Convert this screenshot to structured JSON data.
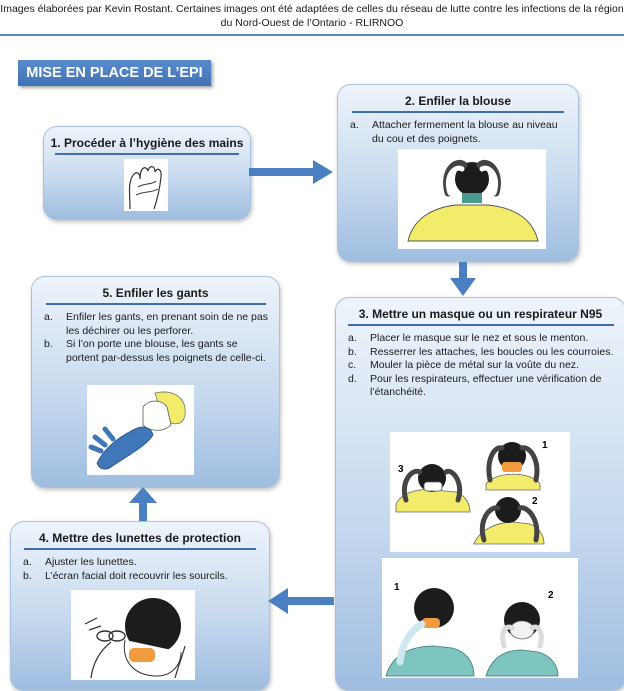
{
  "credit": "Images élaborées par Kevin Rostant. Certaines images ont été adaptées de celles du réseau de lutte contre les infections de la région du Nord-Ouest de l’Ontario - RLIRNOO",
  "banner": "MISE EN PLACE DE L’EPI",
  "colors": {
    "arrow": "#4a7fc1",
    "banner": "#4a7cbf",
    "underline": "#3f6fae",
    "gown": "#f3ec6a",
    "glove": "#3f77b8",
    "mask": "#f19a3e"
  },
  "steps": {
    "s1": {
      "title": "1. Procéder à l’hygiène des mains",
      "items": []
    },
    "s2": {
      "title": "2. Enfiler la blouse",
      "items": [
        {
          "marker": "a.",
          "text": "Attacher fermement la blouse au niveau du cou et des poignets."
        }
      ]
    },
    "s3": {
      "title": "3. Mettre un masque ou un respirateur N95",
      "items": [
        {
          "marker": "a.",
          "text": "Placer le masque sur le nez et sous le menton."
        },
        {
          "marker": "b.",
          "text": "Resserrer les attaches, les boucles ou les courroies."
        },
        {
          "marker": "c.",
          "text": "Mouler la pièce de métal sur la voûte du nez."
        },
        {
          "marker": "d.",
          "text": "Pour les respirateurs, effectuer une vérification de l’étanchéité."
        }
      ],
      "image_numbers": [
        "1",
        "2",
        "3"
      ],
      "respirator_numbers": [
        "1",
        "2"
      ]
    },
    "s4": {
      "title": "4. Mettre des lunettes de protection",
      "items": [
        {
          "marker": "a.",
          "text": "Ajuster les lunettes."
        },
        {
          "marker": "b.",
          "text": "L’écran facial doit recouvrir les sourcils."
        }
      ]
    },
    "s5": {
      "title": "5. Enfiler les gants",
      "items": [
        {
          "marker": "a.",
          "text": "Enfiler les gants, en prenant soin de ne pas les déchirer ou les perforer."
        },
        {
          "marker": "b.",
          "text": "Si l’on porte une blouse, les gants se portent par-dessus les poignets de celle-ci."
        }
      ]
    }
  }
}
